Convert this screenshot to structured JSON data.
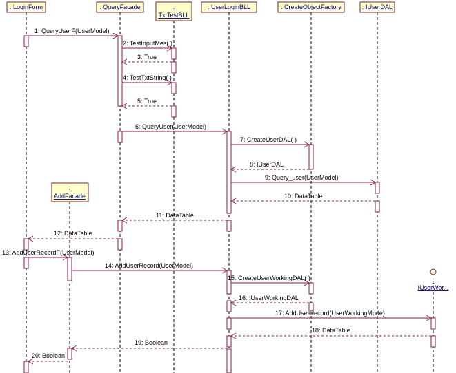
{
  "objects": [
    {
      "id": "loginform",
      "label": ": LoginForm"
    },
    {
      "id": "queryfacade",
      "label": ": QueryFacade"
    },
    {
      "id": "txttestbll_colon",
      "label": ":"
    },
    {
      "id": "txttestbll",
      "label": "TxtTestBLL"
    },
    {
      "id": "userloginbll",
      "label": ": UserLoginBLL"
    },
    {
      "id": "createobjectfactory",
      "label": ": CreateObjectFactory"
    },
    {
      "id": "iuserdal",
      "label": ": IUserDAL"
    },
    {
      "id": "addfacade_colon",
      "label": ":"
    },
    {
      "id": "addfacade",
      "label": "AddFacade"
    },
    {
      "id": "iuserworking_colon",
      "label": ":"
    },
    {
      "id": "iuserworking",
      "label": "IUserWor..."
    }
  ],
  "messages": [
    {
      "num": "1",
      "text": "1:  QueryUserF(UserModel)"
    },
    {
      "num": "2",
      "text": "2:  TestInputMes( )"
    },
    {
      "num": "3",
      "text": "3:  True"
    },
    {
      "num": "4",
      "text": "4:  TestTxtString( )"
    },
    {
      "num": "5",
      "text": "5:  True"
    },
    {
      "num": "6",
      "text": "6:  QueryUser(UserModel)"
    },
    {
      "num": "7",
      "text": "7:  CreateUserDAL( )"
    },
    {
      "num": "8",
      "text": "8:  IUserDAL"
    },
    {
      "num": "9",
      "text": "9:  Query_user(UserModel)"
    },
    {
      "num": "10",
      "text": "10:  DataTable"
    },
    {
      "num": "11",
      "text": "11:  DataTable"
    },
    {
      "num": "12",
      "text": "12:  DataTable"
    },
    {
      "num": "13",
      "text": "13:  AddUserRecordF(UserModel)"
    },
    {
      "num": "14",
      "text": "14:  AddUserRecord(UserModel)"
    },
    {
      "num": "15",
      "text": "15:  CreateUserWorkingDAL( )"
    },
    {
      "num": "16",
      "text": "16:  IUserWorkingDAL"
    },
    {
      "num": "17",
      "text": "17:  AddUserRecord(UserWorkingMode)"
    },
    {
      "num": "18",
      "text": "18:  DataTable"
    },
    {
      "num": "19",
      "text": "19:  Boolean"
    },
    {
      "num": "20",
      "text": "20:  Boolean"
    }
  ],
  "colors": {
    "object_fill": "#ffffcc",
    "object_border": "#7a1f3d",
    "object_text": "#000080",
    "message_line": "#8b1a4a",
    "lifeline": "#000000"
  }
}
